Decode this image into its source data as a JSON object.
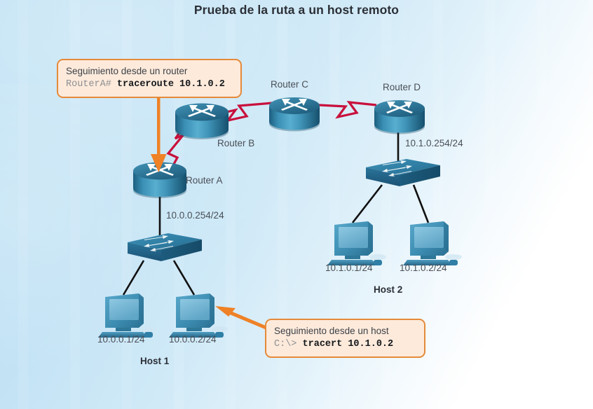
{
  "title": "Prueba de la ruta a un host remoto",
  "colors": {
    "callout_fill": "#fdeadb",
    "callout_border": "#e58a39",
    "arrow_orange": "#ef8126",
    "serial_red": "#c8103c",
    "ethernet_black": "#111111",
    "device_blue": "#2f7fa6",
    "background_blue": "#c3e3f5"
  },
  "callouts": [
    {
      "id": "router-callout",
      "title": "Seguimiento desde un router",
      "prompt": "RouterA#",
      "command": "traceroute 10.1.0.2"
    },
    {
      "id": "host-callout",
      "title": "Seguimiento desde un host",
      "prompt": "C:\\>",
      "command": "tracert 10.1.0.2"
    }
  ],
  "devices": {
    "routers": [
      {
        "id": "router-a",
        "label": "Router A"
      },
      {
        "id": "router-b",
        "label": "Router B"
      },
      {
        "id": "router-c",
        "label": "Router C"
      },
      {
        "id": "router-d",
        "label": "Router D"
      }
    ],
    "switches": [
      {
        "id": "switch-left",
        "label": ""
      },
      {
        "id": "switch-right",
        "label": ""
      }
    ],
    "hosts": [
      {
        "id": "pc-10-0-0-1",
        "label": "10.0.0.1/24"
      },
      {
        "id": "pc-10-0-0-2",
        "label": "10.0.0.2/24"
      },
      {
        "id": "pc-10-1-0-1",
        "label": "10.1.0.1/24"
      },
      {
        "id": "pc-10-1-0-2",
        "label": "10.1.0.2/24"
      }
    ]
  },
  "interface_labels": {
    "router_a_lan": "10.0.0.254/24",
    "router_d_lan": "10.1.0.254/24"
  },
  "group_labels": {
    "host1": "Host 1",
    "host2": "Host 2"
  }
}
